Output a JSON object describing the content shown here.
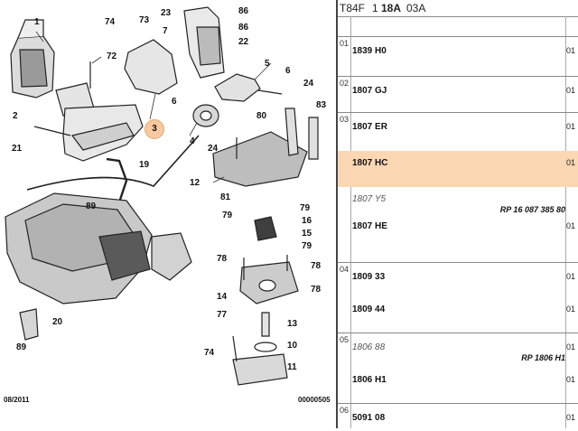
{
  "diagram": {
    "callouts": [
      {
        "id": "c1",
        "text": "1"
      },
      {
        "id": "c2",
        "text": "2"
      },
      {
        "id": "c21",
        "text": "21"
      },
      {
        "id": "c72",
        "text": "72"
      },
      {
        "id": "c74a",
        "text": "74"
      },
      {
        "id": "c73",
        "text": "73"
      },
      {
        "id": "c23",
        "text": "23"
      },
      {
        "id": "c7",
        "text": "7"
      },
      {
        "id": "c86a",
        "text": "86"
      },
      {
        "id": "c86b",
        "text": "86"
      },
      {
        "id": "c22",
        "text": "22"
      },
      {
        "id": "c5",
        "text": "5"
      },
      {
        "id": "c6a",
        "text": "6"
      },
      {
        "id": "c6b",
        "text": "6"
      },
      {
        "id": "c3",
        "text": "3"
      },
      {
        "id": "c4",
        "text": "4"
      },
      {
        "id": "c24a",
        "text": "24"
      },
      {
        "id": "c83",
        "text": "83"
      },
      {
        "id": "c80",
        "text": "80"
      },
      {
        "id": "c24b",
        "text": "24"
      },
      {
        "id": "c12",
        "text": "12"
      },
      {
        "id": "c19",
        "text": "19"
      },
      {
        "id": "c89a",
        "text": "89"
      },
      {
        "id": "c81",
        "text": "81"
      },
      {
        "id": "c79a",
        "text": "79"
      },
      {
        "id": "c79b",
        "text": "79"
      },
      {
        "id": "c16",
        "text": "16"
      },
      {
        "id": "c15",
        "text": "15"
      },
      {
        "id": "c79c",
        "text": "79"
      },
      {
        "id": "c78a",
        "text": "78"
      },
      {
        "id": "c78b",
        "text": "78"
      },
      {
        "id": "c78c",
        "text": "78"
      },
      {
        "id": "c14",
        "text": "14"
      },
      {
        "id": "c77",
        "text": "77"
      },
      {
        "id": "c13",
        "text": "13"
      },
      {
        "id": "c74b",
        "text": "74"
      },
      {
        "id": "c10",
        "text": "10"
      },
      {
        "id": "c11",
        "text": "11"
      },
      {
        "id": "c20",
        "text": "20"
      },
      {
        "id": "c89b",
        "text": "89"
      }
    ],
    "highlighted_callout": "3",
    "date_code": "08/2011",
    "plate_number": "00000505"
  },
  "parts_list": {
    "header": {
      "prefix": "T84F",
      "mid": "1",
      "bold": "18A",
      "suffix": "03A"
    },
    "groups": [
      {
        "num": "01",
        "rows": [
          {
            "code": "1839 H0",
            "italic": false,
            "qty": "01",
            "ref": ""
          }
        ]
      },
      {
        "num": "02",
        "rows": [
          {
            "code": "1807 GJ",
            "italic": false,
            "qty": "01",
            "ref": ""
          }
        ]
      },
      {
        "num": "03",
        "rows": [
          {
            "code": "1807 ER",
            "italic": false,
            "qty": "01",
            "ref": ""
          },
          {
            "code": "1807 HC",
            "italic": false,
            "qty": "01",
            "ref": "",
            "selected": true
          },
          {
            "code": "1807 Y5",
            "italic": true,
            "qty": "",
            "ref": "RP 16 087 385 80"
          },
          {
            "code": "1807 HE",
            "italic": false,
            "qty": "01",
            "ref": ""
          }
        ]
      },
      {
        "num": "04",
        "rows": [
          {
            "code": "1809 33",
            "italic": false,
            "qty": "01",
            "ref": ""
          },
          {
            "code": "1809 44",
            "italic": false,
            "qty": "01",
            "ref": ""
          }
        ]
      },
      {
        "num": "05",
        "rows": [
          {
            "code": "1806 88",
            "italic": true,
            "qty": "01",
            "ref": "RP 1806 H1"
          },
          {
            "code": "1806 H1",
            "italic": false,
            "qty": "01",
            "ref": ""
          }
        ]
      },
      {
        "num": "06",
        "rows": [
          {
            "code": "5091 08",
            "italic": false,
            "qty": "01",
            "ref": ""
          }
        ]
      }
    ]
  },
  "colors": {
    "highlight": "#fbd7b4",
    "callout_highlight": "#f6c9a0",
    "ink": "#111111"
  }
}
